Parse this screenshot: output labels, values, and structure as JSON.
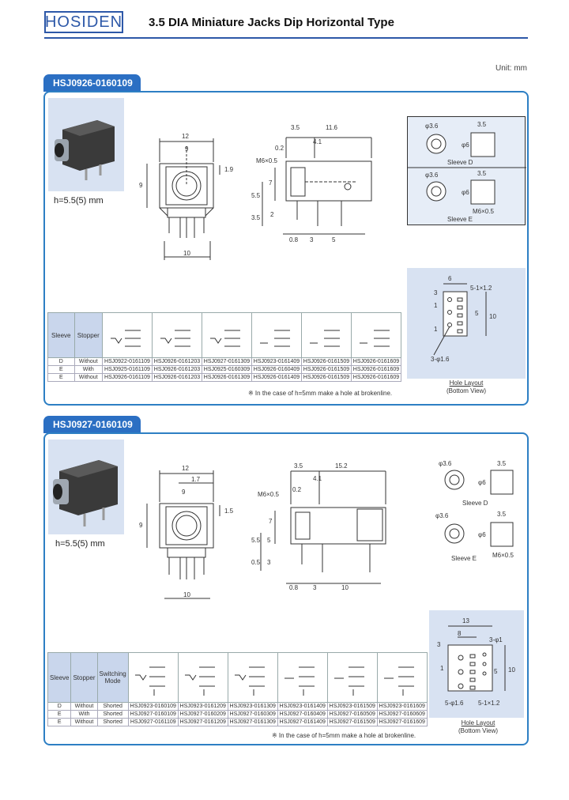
{
  "header": {
    "logo": "HOSIDEN",
    "title": "3.5 DIA Miniature Jacks   Dip Horizontal Type"
  },
  "unit": "Unit: mm",
  "parts": [
    {
      "tab": "HSJ0926-0160109",
      "height": "h=5.5(5) mm",
      "front_dims": [
        "12",
        "9",
        "1.9",
        "9",
        "10"
      ],
      "side_dims": [
        "3.5",
        "11.6",
        "0.2",
        "4.1",
        "M6×0.5",
        "7",
        "5.5",
        "3.5",
        "2",
        "0.8",
        "3",
        "5"
      ],
      "sleeves": [
        {
          "dia": "φ3.6",
          "dims": [
            "3.5",
            "φ6"
          ],
          "caption": "Sleeve D"
        },
        {
          "dia": "φ3.6",
          "dims": [
            "3.5",
            "φ6",
            "M6×0.5"
          ],
          "caption": "Sleeve E"
        }
      ],
      "hole_layout": {
        "dims": [
          "6",
          "5-1×1.2",
          "3",
          "1",
          "5",
          "10",
          "1",
          "3-φ1.6"
        ],
        "caption_line1": "Hole Layout",
        "caption_line2": "(Bottom View)"
      },
      "table": {
        "headers": [
          "Sleeve",
          "Stopper"
        ],
        "rows": [
          {
            "sleeve": "D",
            "stopper": "Without",
            "codes": [
              "HSJ0922-0161109",
              "HSJ0926-0161203",
              "HSJ0927-0161309",
              "HSJ0923-0161409",
              "HSJ0926-0161509",
              "HSJ0926-0161609"
            ]
          },
          {
            "sleeve": "E",
            "stopper": "With",
            "codes": [
              "HSJ0925-0161109",
              "HSJ0926-0161203",
              "HSJ0925-0160309",
              "HSJ0926-0160409",
              "HSJ0926-0161509",
              "HSJ0926-0161609"
            ]
          },
          {
            "sleeve": "E",
            "stopper": "Without",
            "codes": [
              "HSJ0926-0161109",
              "HSJ0926-0161203",
              "HSJ0926-0161309",
              "HSJ0926-0161409",
              "HSJ0926-0161509",
              "HSJ0926-0161609"
            ]
          }
        ]
      },
      "note": "※ In the case of h=5mm make a hole at brokenline."
    },
    {
      "tab": "HSJ0927-0160109",
      "height": "h=5.5(5) mm",
      "front_dims": [
        "12",
        "1.7",
        "9",
        "9",
        "1.5",
        "10"
      ],
      "side_dims": [
        "3.5",
        "15.2",
        "4.1",
        "M6×0.5",
        "0.2",
        "7",
        "5.5",
        "5",
        "0.5",
        "3",
        "0.8",
        "3",
        "10"
      ],
      "sleeves": [
        {
          "dia": "φ3.6",
          "dims": [
            "3.5",
            "φ6"
          ],
          "caption": "Sleeve D"
        },
        {
          "dia": "φ3.6",
          "dims": [
            "3.5",
            "φ6",
            "M6×0.5"
          ],
          "caption": "Sleeve E"
        }
      ],
      "hole_layout": {
        "dims": [
          "13",
          "8",
          "3",
          "3-φ1",
          "1",
          "5",
          "10",
          "5-φ1.6",
          "5-1×1.2"
        ],
        "caption_line1": "Hole Layout",
        "caption_line2": "(Bottom View)"
      },
      "table": {
        "headers": [
          "Sleeve",
          "Stopper",
          "Switching Mode"
        ],
        "rows": [
          {
            "sleeve": "D",
            "stopper": "Without",
            "mode": "Shorted",
            "codes": [
              "HSJ0923-0160109",
              "HSJ0923-0161209",
              "HSJ0923-0161309",
              "HSJ0923-0161409",
              "HSJ0923-0161509",
              "HSJ0923-0161609"
            ]
          },
          {
            "sleeve": "E",
            "stopper": "With",
            "mode": "Shorted",
            "codes": [
              "HSJ0927-0160109",
              "HSJ0927-0160209",
              "HSJ0927-0160309",
              "HSJ0927-0160409",
              "HSJ0927-0160509",
              "HSJ0927-0160609"
            ]
          },
          {
            "sleeve": "E",
            "stopper": "Without",
            "mode": "Shorted",
            "codes": [
              "HSJ0927-0161109",
              "HSJ0927-0161209",
              "HSJ0927-0161309",
              "HSJ0927-0161409",
              "HSJ0927-0161509",
              "HSJ0927-0161609"
            ]
          }
        ]
      },
      "note": "※ In the case of h=5mm make a hole at brokenline."
    }
  ]
}
